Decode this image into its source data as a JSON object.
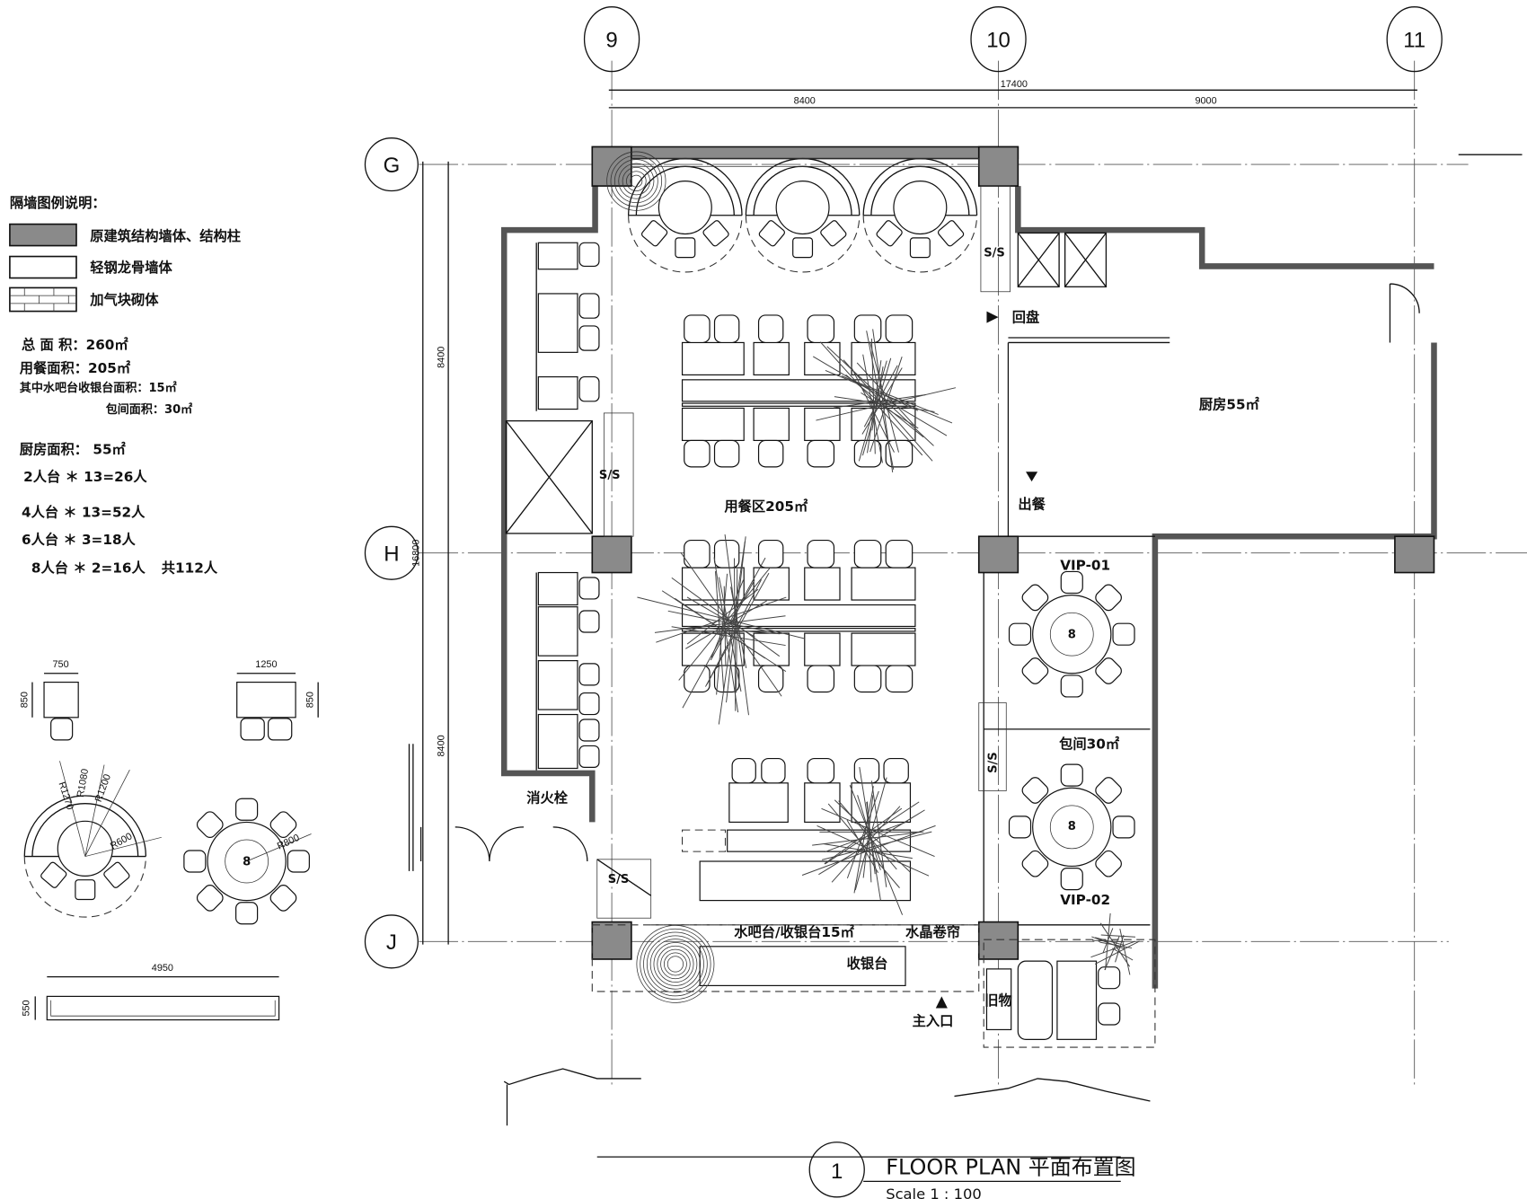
{
  "title": {
    "number": "1",
    "main": "FLOOR PLAN 平面布置图",
    "scale": "Scale 1 : 100"
  },
  "grid": {
    "columns": [
      "9",
      "10",
      "11"
    ],
    "rows": [
      "G",
      "H",
      "J"
    ]
  },
  "dimensions": {
    "top_total": "17400",
    "top_left": "8400",
    "top_right": "9000",
    "left_total": "16800",
    "left_upper": "8400",
    "left_lower": "8400"
  },
  "legend": {
    "title": "隔墙图例说明：",
    "items": [
      {
        "label": "原建筑结构墙体、结构柱",
        "color": "#8a8a8a"
      },
      {
        "label": "轻钢龙骨墙体",
        "color": "#ffffff"
      },
      {
        "label": "加气块砌体",
        "color": "#ffffff"
      }
    ]
  },
  "areas": {
    "total": "总 面 积：260㎡",
    "dining": "用餐面积：205㎡",
    "bar": "其中水吧台收银台面积：15㎡",
    "private": "包间面积：30㎡",
    "kitchen": "厨房面积： 55㎡"
  },
  "seating": [
    "2人台 ＊ 13=26人",
    "4人台 ＊ 13=52人",
    "6人台 ＊ 3=18人",
    "8人台 ＊ 2=16人"
  ],
  "seating_total": "共112人",
  "samples": {
    "single_w": "750",
    "single_h": "850",
    "double_w": "1250",
    "double_h": "850",
    "booth_r1": "R1270",
    "booth_r2": "R1080",
    "booth_r3": "R1200",
    "booth_r4": "R600",
    "round_r": "R800",
    "round_seats": "8",
    "bar_w": "4950",
    "bar_h": "550"
  },
  "rooms": {
    "return_dish": "回盘",
    "kitchen": "厨房55㎡",
    "serve": "出餐",
    "dining": "用餐区205㎡",
    "hydrant": "消火栓",
    "vip1": "VIP-01",
    "private": "包间30㎡",
    "vip2": "VIP-02",
    "vip_seats": "8",
    "bar": "水吧台/收银台15㎡",
    "curtain": "水晶卷帘",
    "cashier": "收银台",
    "storage": "旧物",
    "entrance": "主入口",
    "shaft": "S/S"
  }
}
